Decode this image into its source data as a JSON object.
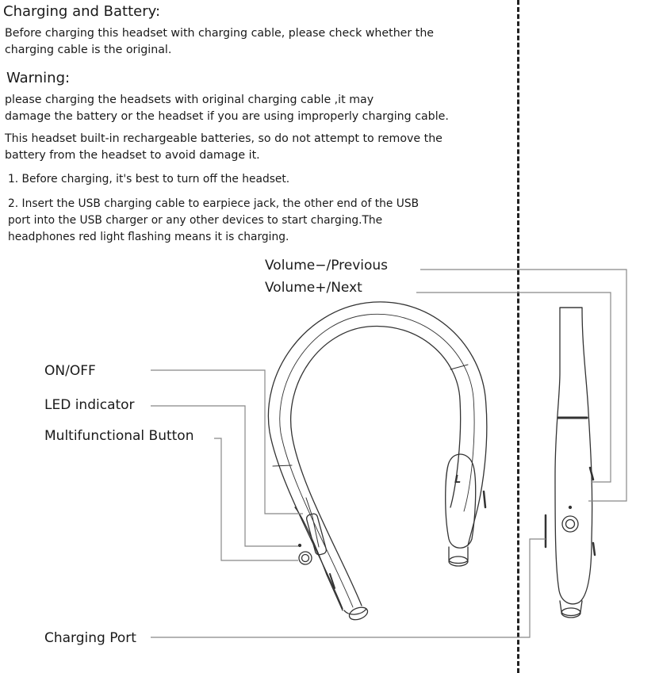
{
  "heading": "Charging and Battery:",
  "intro": [
    "Before charging this headset with charging cable, please check whether the",
    "charging cable is the original."
  ],
  "warning_title": "Warning:",
  "warning_lines": [
    "please charging the headsets with original charging cable ,it may",
    "damage the battery or the headset if you are using improperly charging cable."
  ],
  "battery_lines": [
    "This headset built-in rechargeable batteries, so do not attempt to remove the",
    "battery from the headset to avoid damage it."
  ],
  "step1": "1. Before charging, it's best to turn off the  headset.",
  "step2_lines": [
    "2. Insert the USB charging cable to earpiece jack, the other end of the USB",
    "port into the USB charger or any other devices to start charging.The",
    "headphones red light flashing means it is  charging."
  ],
  "labels": {
    "volume_minus": "Volume−/Previous",
    "volume_plus": "Volume+/Next",
    "on_off": "ON/OFF",
    "led": "LED indicator",
    "multi": "Multifunctional Button",
    "charging_port": "Charging Port"
  },
  "earpiece_mark": "L"
}
